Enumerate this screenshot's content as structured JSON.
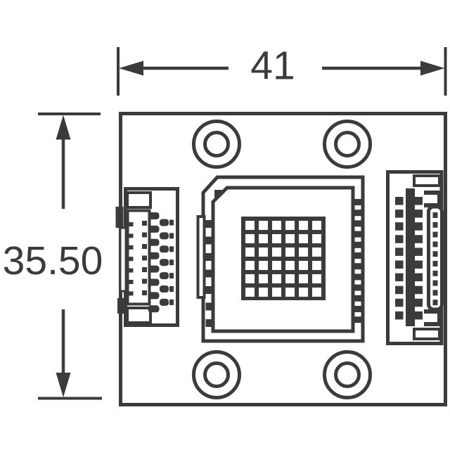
{
  "dimensions": {
    "width": {
      "label": "41"
    },
    "height": {
      "label": "35.50"
    }
  },
  "colors": {
    "line": "#3b3b3d",
    "background": "#ffffff"
  },
  "board": {
    "mounting_holes": {
      "count": 4
    },
    "package": {
      "grid_rows": 6,
      "grid_cols": 6
    },
    "left_connector": {
      "pin_count": 8
    },
    "right_connector": {
      "pin_count": 10
    }
  }
}
